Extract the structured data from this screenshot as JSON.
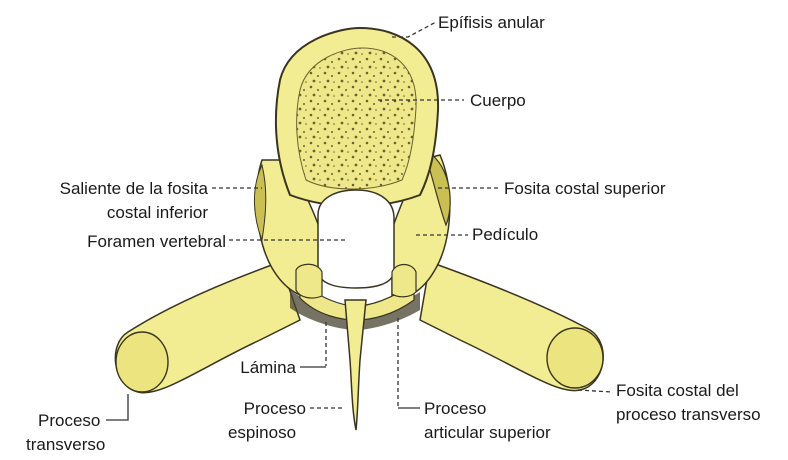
{
  "colors": {
    "bone_fill": "#f2ec92",
    "bone_shade": "#c9bf52",
    "bone_outline": "#3a3520",
    "dark_shadow": "#4a4430",
    "label_text": "#1a1a1a",
    "leader_line": "#333333"
  },
  "labels": {
    "epifisis_anular": "Epífisis anular",
    "cuerpo": "Cuerpo",
    "saliente_line1": "Saliente de la fosita",
    "saliente_line2": "costal inferior",
    "fosita_costal_superior": "Fosita costal superior",
    "foramen_vertebral": "Foramen vertebral",
    "pediculo": "Pedículo",
    "lamina": "Lámina",
    "proceso_espinoso_line1": "Proceso",
    "proceso_espinoso_line2": "espinoso",
    "proceso_articular_line1": "Proceso",
    "proceso_articular_line2": "articular superior",
    "proceso_transverso_line1": "Proceso",
    "proceso_transverso_line2": "transverso",
    "fosita_costal_transverso_line1": "Fosita costal del",
    "fosita_costal_transverso_line2": "proceso transverso"
  }
}
